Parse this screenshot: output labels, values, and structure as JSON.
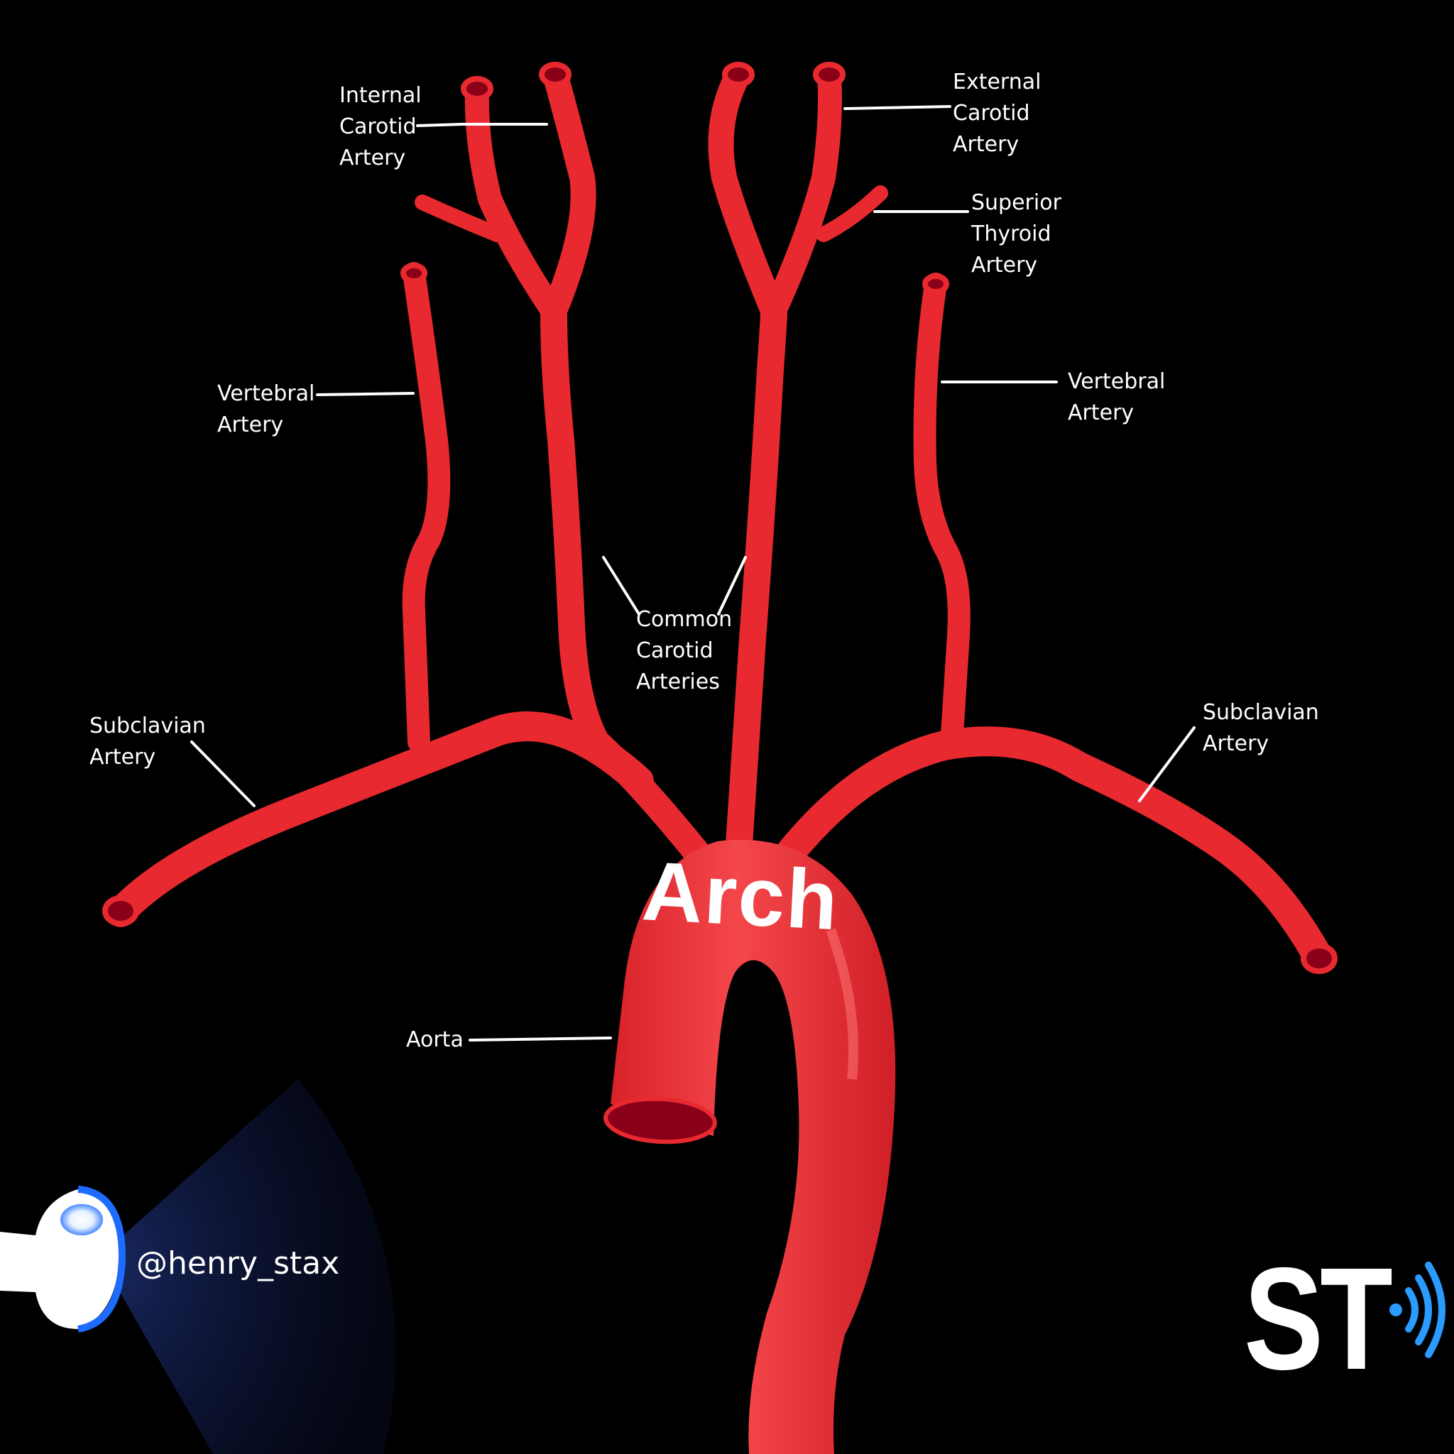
{
  "labels": {
    "internal_carotid": [
      "Internal",
      "Carotid",
      "Artery"
    ],
    "external_carotid": [
      "External",
      "Carotid",
      "Artery"
    ],
    "superior_thyroid": [
      "Superior",
      "Thyroid",
      "Artery"
    ],
    "vertebral_left": [
      "Vertebral",
      "Artery"
    ],
    "vertebral_right": [
      "Vertebral",
      "Artery"
    ],
    "common_carotid": [
      "Common",
      "Carotid",
      "Arteries"
    ],
    "subclavian_left": [
      "Subclavian",
      "Artery"
    ],
    "subclavian_right": [
      "Subclavian",
      "Artery"
    ],
    "aorta": "Aorta"
  },
  "arch_title": "Arch",
  "watermark": {
    "handle": "@henry_stax",
    "logo": "ST"
  },
  "colors": {
    "background": "#000000",
    "artery": "#e8292f",
    "artery_highlight": "#ff5a5a",
    "artery_lumen": "#8a0018",
    "leader_line": "#ffffff",
    "probe_glow": "#1e6bff"
  },
  "icons": {
    "probe": "ultrasound-probe-icon",
    "signal": "signal-waves-icon"
  }
}
